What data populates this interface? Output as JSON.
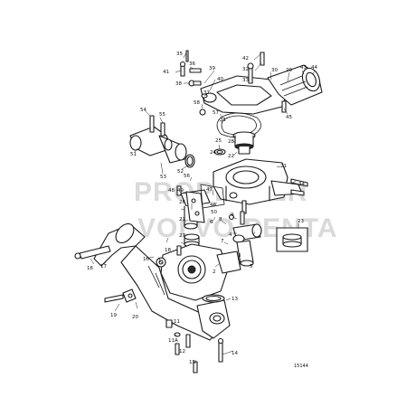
{
  "diagram": {
    "reference_number": "15144",
    "watermark_lines": [
      "PROPELLER",
      "VOLVO PENTA"
    ],
    "part_labels": [
      {
        "id": "p35",
        "text": "35"
      },
      {
        "id": "p41",
        "text": "41"
      },
      {
        "id": "p36",
        "text": "36"
      },
      {
        "id": "p39",
        "text": "39"
      },
      {
        "id": "p38",
        "text": "38"
      },
      {
        "id": "p40",
        "text": "40"
      },
      {
        "id": "p42",
        "text": "42"
      },
      {
        "id": "p32",
        "text": "32"
      },
      {
        "id": "p33",
        "text": "33"
      },
      {
        "id": "p30",
        "text": "30"
      },
      {
        "id": "p29",
        "text": "29"
      },
      {
        "id": "p43",
        "text": "43"
      },
      {
        "id": "p44",
        "text": "44"
      },
      {
        "id": "p37",
        "text": "37"
      },
      {
        "id": "p58",
        "text": "58"
      },
      {
        "id": "p57",
        "text": "57"
      },
      {
        "id": "p31",
        "text": "31"
      },
      {
        "id": "p45",
        "text": "45"
      },
      {
        "id": "p54",
        "text": "54"
      },
      {
        "id": "p55",
        "text": "55"
      },
      {
        "id": "p25",
        "text": "25"
      },
      {
        "id": "p28",
        "text": "28"
      },
      {
        "id": "p24",
        "text": "24"
      },
      {
        "id": "p22",
        "text": "22"
      },
      {
        "id": "p51",
        "text": "51"
      },
      {
        "id": "p53",
        "text": "53"
      },
      {
        "id": "p52",
        "text": "52"
      },
      {
        "id": "p21",
        "text": "21"
      },
      {
        "id": "p56",
        "text": "56"
      },
      {
        "id": "p49",
        "text": "49"
      },
      {
        "id": "p48",
        "text": "48"
      },
      {
        "id": "p34",
        "text": "34"
      },
      {
        "id": "p47",
        "text": "47"
      },
      {
        "id": "p26",
        "text": "26"
      },
      {
        "id": "p46",
        "text": "46"
      },
      {
        "id": "p50",
        "text": "50"
      },
      {
        "id": "p27a",
        "text": "27"
      },
      {
        "id": "p9",
        "text": "9"
      },
      {
        "id": "p8",
        "text": "8"
      },
      {
        "id": "p6",
        "text": "6"
      },
      {
        "id": "p27b",
        "text": "27"
      },
      {
        "id": "p7",
        "text": "7"
      },
      {
        "id": "p4",
        "text": "4"
      },
      {
        "id": "p23",
        "text": "23"
      },
      {
        "id": "p3",
        "text": "3"
      },
      {
        "id": "p5",
        "text": "5"
      },
      {
        "id": "p18",
        "text": "18"
      },
      {
        "id": "p10",
        "text": "10"
      },
      {
        "id": "p1",
        "text": "1"
      },
      {
        "id": "p2",
        "text": "2"
      },
      {
        "id": "p16",
        "text": "16"
      },
      {
        "id": "p17",
        "text": "17"
      },
      {
        "id": "p19",
        "text": "19"
      },
      {
        "id": "p20",
        "text": "20"
      },
      {
        "id": "p13",
        "text": "13"
      },
      {
        "id": "p11",
        "text": "11"
      },
      {
        "id": "p11a",
        "text": "11A"
      },
      {
        "id": "p12",
        "text": "12"
      },
      {
        "id": "p14",
        "text": "14"
      },
      {
        "id": "p15",
        "text": "15"
      }
    ]
  }
}
